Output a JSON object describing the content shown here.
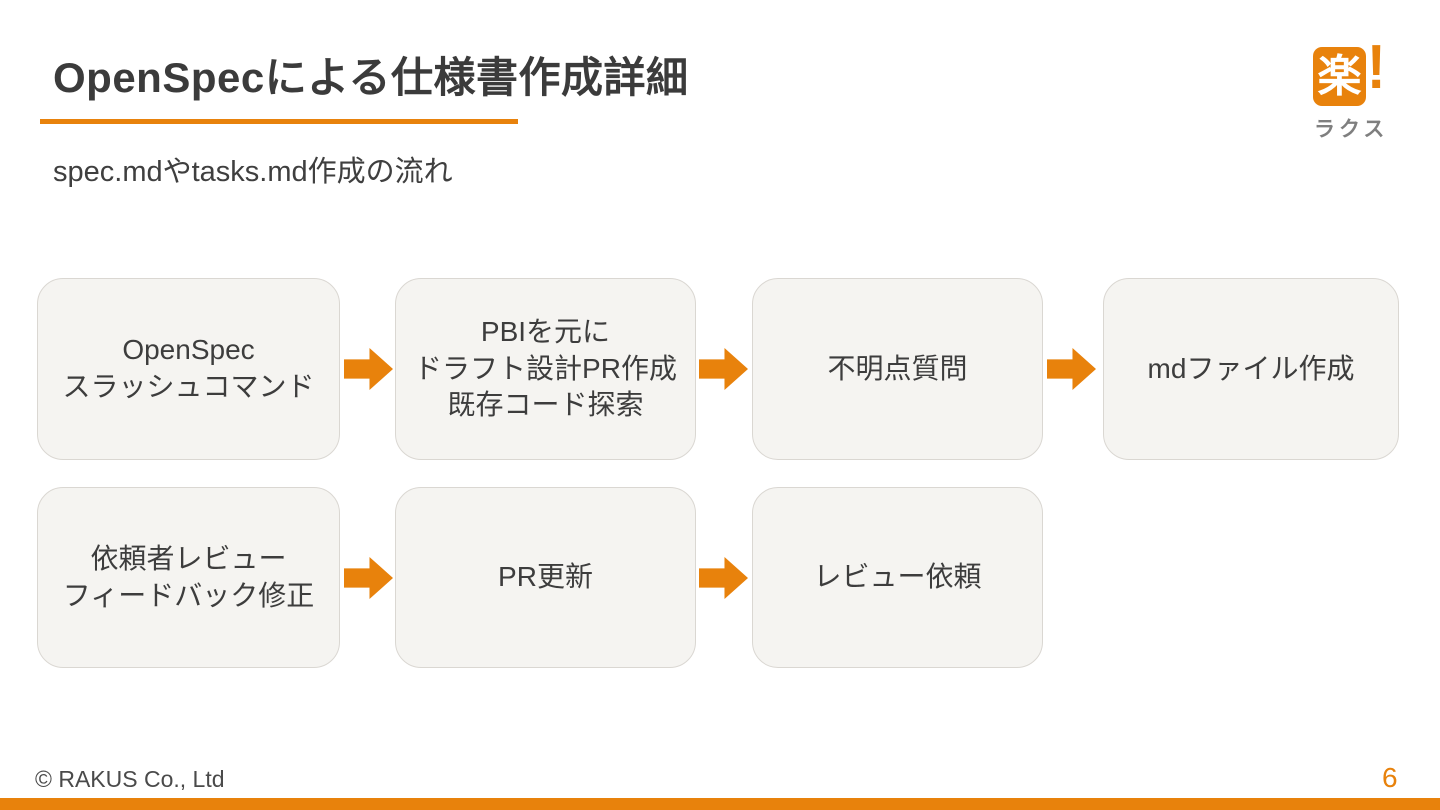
{
  "header": {
    "title": "OpenSpecによる仕様書作成詳細",
    "subtitle": "spec.mdやtasks.md作成の流れ"
  },
  "logo": {
    "kanji": "楽",
    "exclamation": "!",
    "company": "ラクス"
  },
  "flow": {
    "rows": [
      {
        "boxes": [
          {
            "lines": [
              "OpenSpec",
              "スラッシュコマンド"
            ]
          },
          {
            "lines": [
              "PBIを元に",
              "ドラフト設計PR作成",
              "既存コード探索"
            ]
          },
          {
            "lines": [
              "不明点質問"
            ]
          },
          {
            "lines": [
              "mdファイル作成"
            ]
          }
        ]
      },
      {
        "boxes": [
          {
            "lines": [
              "依頼者レビュー",
              "フィードバック修正"
            ]
          },
          {
            "lines": [
              "PR更新"
            ]
          },
          {
            "lines": [
              "レビュー依頼"
            ]
          }
        ]
      }
    ]
  },
  "footer": {
    "copyright": "© RAKUS Co., Ltd",
    "page_number": "6"
  },
  "colors": {
    "accent_orange": "#e8820c",
    "box_fill": "#f5f4f1",
    "box_border": "#dad7d2",
    "title_text": "#3b3b3b",
    "body_text": "#3d3d3d",
    "logo_gray": "#7f7f7f"
  }
}
